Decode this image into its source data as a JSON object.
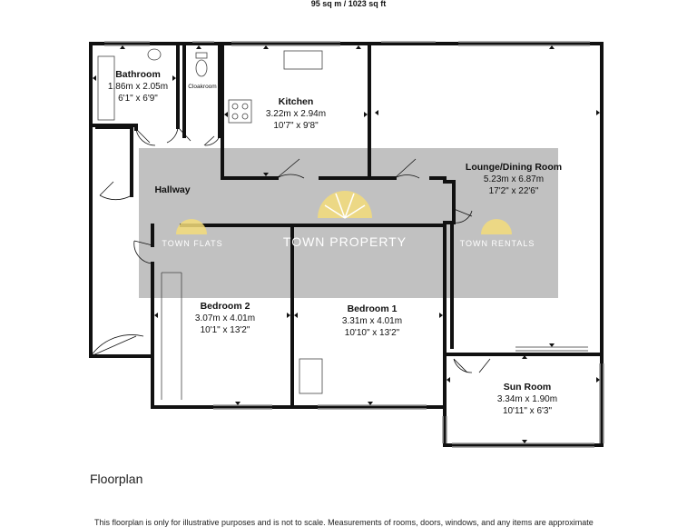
{
  "header": {
    "total_area": "95 sq m / 1023 sq ft"
  },
  "rooms": {
    "bathroom": {
      "name": "Bathroom",
      "metric": "1.86m x 2.05m",
      "imperial": "6'1\" x 6'9\""
    },
    "cloakroom": {
      "name": "Cloakroom"
    },
    "kitchen": {
      "name": "Kitchen",
      "metric": "3.22m x 2.94m",
      "imperial": "10'7\" x 9'8\""
    },
    "lounge": {
      "name": "Lounge/Dining Room",
      "metric": "5.23m x 6.87m",
      "imperial": "17'2\" x 22'6\""
    },
    "hallway": {
      "name": "Hallway"
    },
    "bedroom2": {
      "name": "Bedroom 2",
      "metric": "3.07m x 4.01m",
      "imperial": "10'1\" x 13'2\""
    },
    "bedroom1": {
      "name": "Bedroom 1",
      "metric": "3.31m x 4.01m",
      "imperial": "10'10\" x 13'2\""
    },
    "sunroom": {
      "name": "Sun Room",
      "metric": "3.34m x 1.90m",
      "imperial": "10'11\" x 6'3\""
    }
  },
  "watermark": {
    "left": "TOWN FLATS",
    "center": "TOWN PROPERTY",
    "right": "TOWN RENTALS"
  },
  "caption": "Floorplan",
  "footer": "This floorplan is only for illustrative purposes and is not to scale. Measurements of rooms, doors, windows, and any items are approximate",
  "colors": {
    "wall": "#111111",
    "window": "#aaaaaa",
    "watermark_band": "#8e8e8e",
    "logo": "#f3dc7a"
  }
}
